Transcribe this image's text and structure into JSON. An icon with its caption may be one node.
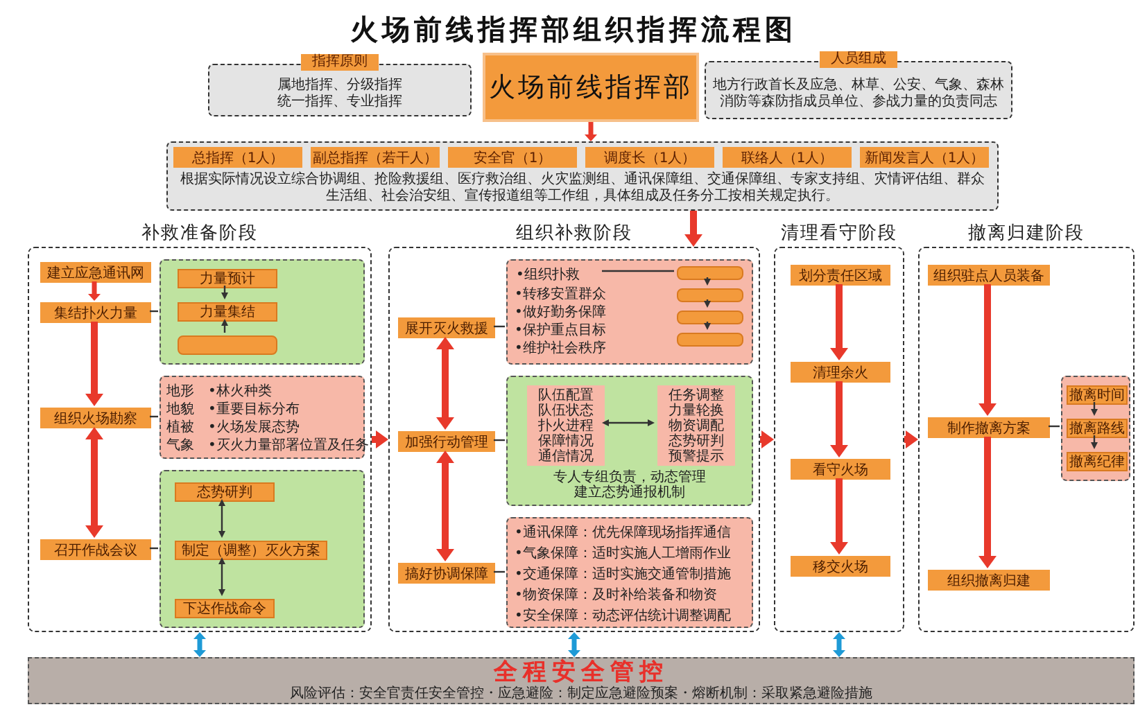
{
  "diagram": {
    "title": "火场前线指挥部组织指挥流程图",
    "nodes": [
      {
        "text": [
          "指挥原则",
          "属地指挥、分级指挥",
          "统一指挥、专业指挥"
        ]
      },
      {
        "text": [
          "火场前线指挥部"
        ]
      },
      {
        "text": [
          "人员组成",
          "地方行政首长及应急、林草、公安、气象、森林消防等森防指成员单位、参战力量的负责同志"
        ]
      },
      {
        "text": [
          "根据实际情况设立综合协调组、抢险救援组、医疗救治组、火灾监测组、通讯保障组、交通保障组、专家支持组、灾情评估组、群众生活组、社会治安组、宣传报道组等工作组，具体组成及任务分工按相关规定执行。"
        ]
      },
      {
        "text": [
          "总指挥（1人）"
        ],
        "in": 3
      },
      {
        "text": [
          "副总指挥（若干人）"
        ],
        "in": 3
      },
      {
        "text": [
          "安全官（1）"
        ],
        "in": 3
      },
      {
        "text": [
          "调度长（1人）"
        ],
        "in": 3
      },
      {
        "text": [
          "联络人（1人）"
        ],
        "in": 3
      },
      {
        "text": [
          "新闻发言人（1人）"
        ],
        "in": 3
      },
      {
        "text": [
          "补救准备阶段"
        ]
      },
      {
        "text": [
          "建立应急通讯网"
        ],
        "in": 10
      },
      {
        "text": [
          "集结扑火力量"
        ],
        "in": 10
      },
      {
        "text": [
          "组织火场勘察"
        ],
        "in": 10
      },
      {
        "text": [
          "召开作战会议"
        ],
        "in": 10
      },
      {
        "text": [],
        "shape": "box",
        "in": 10
      },
      {
        "text": [
          "力量预计"
        ],
        "in": 15
      },
      {
        "text": [
          "力量集结"
        ],
        "in": 15
      },
      {
        "text": [],
        "shape": "box",
        "in": 15
      },
      {
        "text": [
          "地形",
          "•林火种类",
          "地貌",
          "•重要目标分布",
          "植被",
          "•火场发展态势",
          "气象",
          "•灭火力量部署位置及任务"
        ],
        "in": 10
      },
      {
        "text": [],
        "shape": "box",
        "in": 10
      },
      {
        "text": [
          "态势研判"
        ],
        "in": 20
      },
      {
        "text": [
          "制定（调整）灭火方案"
        ],
        "in": 20
      },
      {
        "text": [
          "下达作战命令"
        ],
        "in": 20
      },
      {
        "text": [
          "组织补救阶段"
        ]
      },
      {
        "text": [
          "展开灭火救援"
        ],
        "in": 24
      },
      {
        "text": [
          "加强行动管理"
        ],
        "in": 24
      },
      {
        "text": [
          "搞好协调保障"
        ],
        "in": 24
      },
      {
        "text": [
          "•转移安置群众",
          "•做好勤务保障",
          "•保护重点目标",
          "•维护社会秩序"
        ],
        "in": 24
      },
      {
        "text": [
          "•组织扑救"
        ],
        "in": 28
      },
      {
        "text": [],
        "shape": "box",
        "in": 28
      },
      {
        "text": [],
        "shape": "box",
        "in": 28
      },
      {
        "text": [],
        "shape": "box",
        "in": 28
      },
      {
        "text": [],
        "shape": "box",
        "in": 28
      },
      {
        "text": [
          "专人专组负责，动态管理",
          "建立态势通报机制"
        ],
        "in": 24
      },
      {
        "text": [
          "队伍配置",
          "队伍状态",
          "扑火进程",
          "保障情况",
          "通信情况"
        ],
        "in": 34
      },
      {
        "text": [
          "任务调整",
          "力量轮换",
          "物资调配",
          "态势研判",
          "预警提示"
        ],
        "in": 34
      },
      {
        "text": [
          "•通讯保障：优先保障现场指挥通信",
          "•气象保障：适时实施人工增雨作业",
          "•交通保障：适时实施交通管制措施",
          "•物资保障：及时补给装备和物资",
          "•安全保障：动态评估统计调整调配"
        ],
        "in": 24
      },
      {
        "text": [
          "清理看守阶段"
        ]
      },
      {
        "text": [
          "划分责任区域"
        ],
        "in": 38
      },
      {
        "text": [
          "清理余火"
        ],
        "in": 38
      },
      {
        "text": [
          "看守火场"
        ],
        "in": 38
      },
      {
        "text": [
          "移交火场"
        ],
        "in": 38
      },
      {
        "text": [
          "撤离归建阶段"
        ]
      },
      {
        "text": [
          "组织驻点人员装备"
        ],
        "in": 43
      },
      {
        "text": [
          "制作撤离方案"
        ],
        "in": 43
      },
      {
        "text": [
          "组织撤离归建"
        ],
        "in": 43
      },
      {
        "text": [],
        "shape": "box",
        "in": 43
      },
      {
        "text": [
          "撤离时间"
        ],
        "in": 47
      },
      {
        "text": [
          "撤离路线"
        ],
        "in": 47
      },
      {
        "text": [
          "撤离纪律"
        ],
        "in": 47
      },
      {
        "text": [
          "全程安全管控",
          "风险评估：安全官责任安全管控・应急避险：制定应急避险预案・熔断机制：采取紧急避险措施"
        ]
      }
    ],
    "edges": [
      {
        "from": 1,
        "to": 3,
        "arrow": "to",
        "style": "thick",
        "color": "#e8392b"
      },
      {
        "from": 3,
        "to": 24,
        "arrow": "to",
        "style": "thick",
        "color": "#e8392b"
      },
      {
        "from": 10,
        "to": 24,
        "arrow": "to",
        "style": "thick",
        "color": "#e8392b"
      },
      {
        "from": 24,
        "to": 38,
        "arrow": "to",
        "style": "thick",
        "color": "#e8392b"
      },
      {
        "from": 38,
        "to": 43,
        "arrow": "to",
        "style": "thick",
        "color": "#e8392b"
      },
      {
        "from": 11,
        "to": 12,
        "arrow": "to",
        "style": "thick",
        "color": "#e8392b"
      },
      {
        "from": 12,
        "to": 13,
        "arrow": "to",
        "style": "thick",
        "color": "#e8392b"
      },
      {
        "from": 13,
        "to": 14,
        "arrow": "both",
        "style": "thick",
        "color": "#e8392b"
      },
      {
        "from": 12,
        "to": 15,
        "arrow": "none"
      },
      {
        "from": 13,
        "to": 19,
        "arrow": "none"
      },
      {
        "from": 14,
        "to": 20,
        "arrow": "none"
      },
      {
        "from": 16,
        "to": 17,
        "arrow": "to"
      },
      {
        "from": 18,
        "to": 17,
        "arrow": "to"
      },
      {
        "from": 21,
        "to": 22,
        "arrow": "both"
      },
      {
        "from": 22,
        "to": 23,
        "arrow": "both"
      },
      {
        "from": 25,
        "to": 26,
        "arrow": "both",
        "style": "thick",
        "color": "#e8392b"
      },
      {
        "from": 26,
        "to": 27,
        "arrow": "both",
        "style": "thick",
        "color": "#e8392b"
      },
      {
        "from": 25,
        "to": 28,
        "arrow": "none"
      },
      {
        "from": 26,
        "to": 34,
        "arrow": "none"
      },
      {
        "from": 27,
        "to": 37,
        "arrow": "none"
      },
      {
        "from": 29,
        "to": 30,
        "arrow": "none"
      },
      {
        "from": 30,
        "to": 31,
        "arrow": "to"
      },
      {
        "from": 31,
        "to": 32,
        "arrow": "to"
      },
      {
        "from": 32,
        "to": 33,
        "arrow": "to"
      },
      {
        "from": 35,
        "to": 36,
        "arrow": "both"
      },
      {
        "from": 39,
        "to": 40,
        "arrow": "to",
        "style": "thick",
        "color": "#e8392b"
      },
      {
        "from": 40,
        "to": 41,
        "arrow": "to",
        "style": "thick",
        "color": "#e8392b"
      },
      {
        "from": 41,
        "to": 42,
        "arrow": "to",
        "style": "thick",
        "color": "#e8392b"
      },
      {
        "from": 44,
        "to": 45,
        "arrow": "to",
        "style": "thick",
        "color": "#e8392b"
      },
      {
        "from": 45,
        "to": 46,
        "arrow": "to",
        "style": "thick",
        "color": "#e8392b"
      },
      {
        "from": 45,
        "to": 47,
        "arrow": "none"
      },
      {
        "from": 48,
        "to": 49,
        "arrow": "to"
      },
      {
        "from": 49,
        "to": 50,
        "arrow": "to"
      },
      {
        "from": 10,
        "to": 51,
        "arrow": "both",
        "style": "thick",
        "color": "#1e9ad6"
      },
      {
        "from": 24,
        "to": 51,
        "arrow": "both",
        "style": "thick",
        "color": "#1e9ad6"
      },
      {
        "from": 38,
        "to": 51,
        "arrow": "both",
        "style": "thick",
        "color": "#1e9ad6"
      }
    ]
  }
}
